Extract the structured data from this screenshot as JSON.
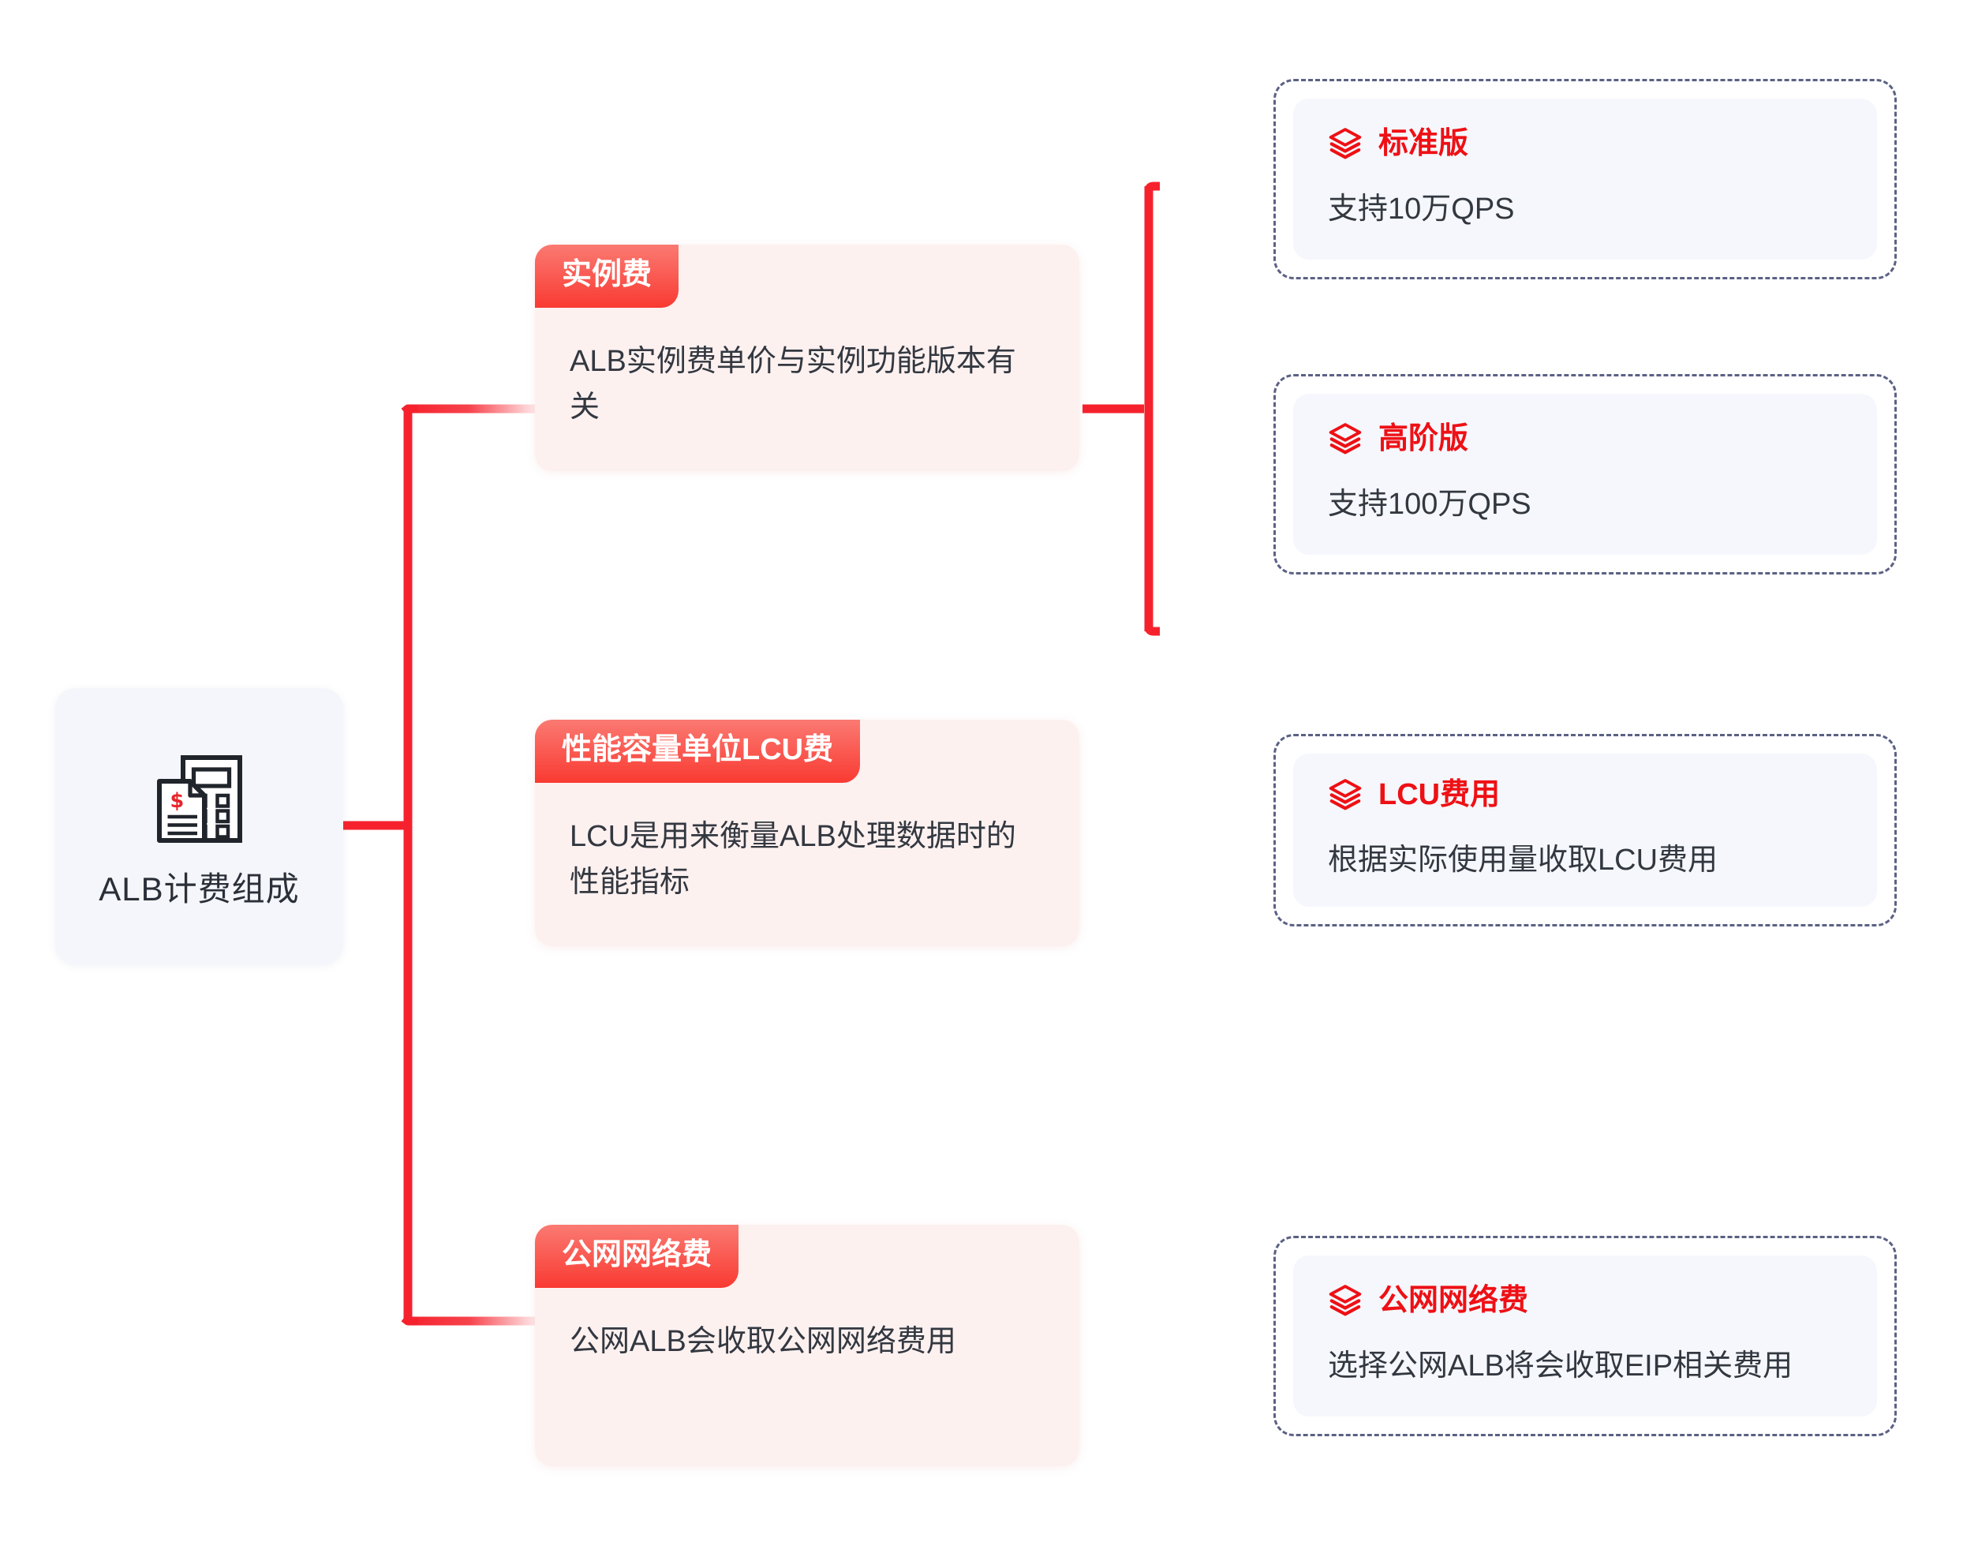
{
  "diagram": {
    "type": "mindmap",
    "orientation": "left-to-right",
    "accent_color": "#f5222d",
    "root_card_color": "#f4f6fb",
    "branch_card_color": "#fdf1f0",
    "branch_tab_gradient": [
      "#fa7a72",
      "#f93a32"
    ],
    "leaf_card_color": "#f5f7fc",
    "leaf_border_color": "#5b6184",
    "title_text_color": "#ee1015",
    "body_text_color": "#333840"
  },
  "root": {
    "label": "ALB计费组成",
    "icon": "calculator-invoice-icon",
    "icon_accent": "#e8242a"
  },
  "branches": [
    {
      "tab_label": "实例费",
      "body_text": "ALB实例费单价与实例功能版本有关",
      "leaves": [
        {
          "icon": "layers-icon",
          "title": "标准版",
          "desc": "支持10万QPS"
        },
        {
          "icon": "layers-icon",
          "title": "高阶版",
          "desc": "支持100万QPS"
        }
      ]
    },
    {
      "tab_label": "性能容量单位LCU费",
      "body_text": "LCU是用来衡量ALB处理数据时的性能指标",
      "leaves": [
        {
          "icon": "layers-icon",
          "title": "LCU费用",
          "desc": "根据实际使用量收取LCU费用"
        }
      ]
    },
    {
      "tab_label": "公网网络费",
      "body_text": "公网ALB会收取公网网络费用",
      "leaves": [
        {
          "icon": "layers-icon",
          "title": "公网网络费",
          "desc": "选择公网ALB将会收取EIP相关费用"
        }
      ]
    }
  ]
}
